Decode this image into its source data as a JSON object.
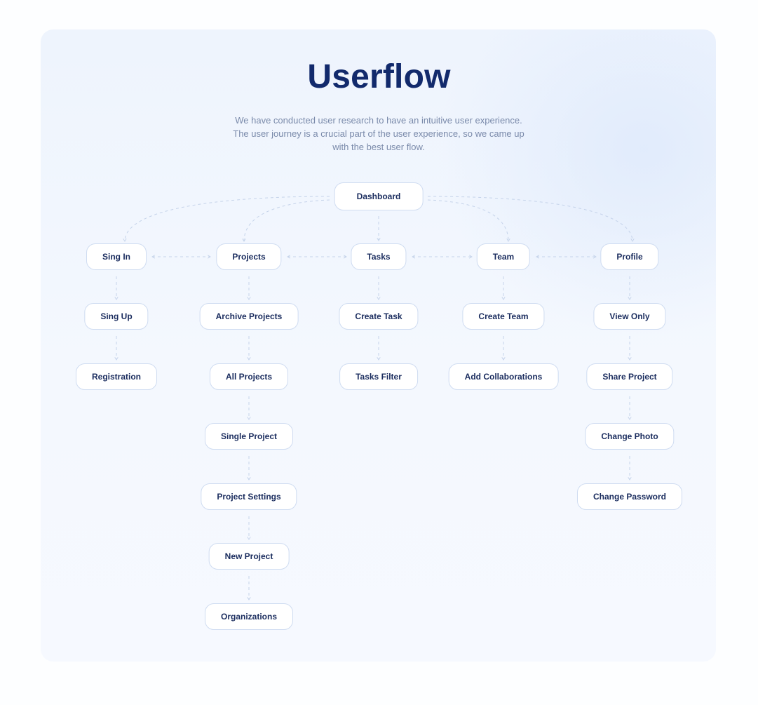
{
  "header": {
    "title": "Userflow",
    "description_lines": [
      "We have conducted user research to have an intuitive user experience.",
      "The user journey is a crucial part of the user experience, so we came up",
      "with the best user flow."
    ]
  },
  "flow": {
    "root": "Dashboard",
    "columns": [
      {
        "name": "sign-in",
        "items": [
          "Sing In",
          "Sing Up",
          "Registration"
        ]
      },
      {
        "name": "projects",
        "items": [
          "Projects",
          "Archive Projects",
          "All Projects",
          "Single Project",
          "Project Settings",
          "New Project",
          "Organizations"
        ]
      },
      {
        "name": "tasks",
        "items": [
          "Tasks",
          "Create Task",
          "Tasks Filter"
        ]
      },
      {
        "name": "team",
        "items": [
          "Team",
          "Create Team",
          "Add Collaborations"
        ]
      },
      {
        "name": "profile",
        "items": [
          "Profile",
          "View Only",
          "Share Project",
          "Change Photo",
          "Change Password"
        ]
      }
    ]
  },
  "colors": {
    "title": "#122a6c",
    "text": "#7a8aaa",
    "node_text": "#1a2c5e",
    "node_border": "#cfdcf1",
    "connector": "#c5d3ea"
  }
}
